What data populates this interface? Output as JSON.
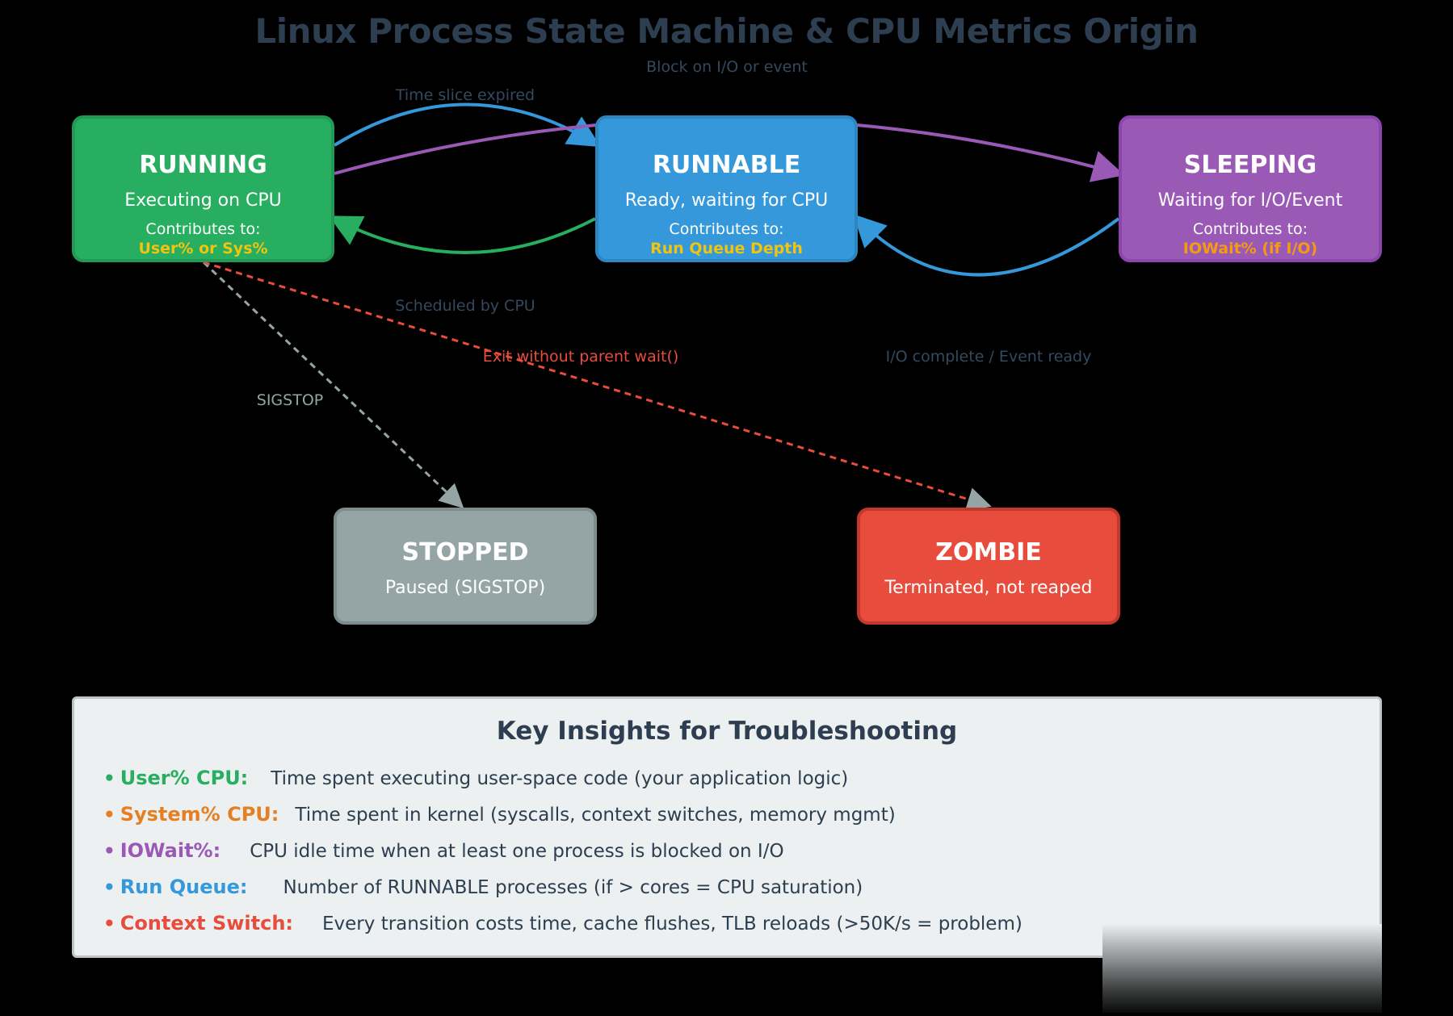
{
  "title": "Linux Process State Machine & CPU Metrics Origin",
  "colors": {
    "running": "#27ae60",
    "runnable": "#3498db",
    "sleeping": "#9b59b6",
    "stopped": "#95a5a6",
    "zombie": "#e74c3c",
    "metric": "#f1c40f"
  },
  "states": {
    "running": {
      "name": "RUNNING",
      "desc": "Executing on CPU",
      "contrib": "Contributes to:",
      "metric": "User% or Sys%"
    },
    "runnable": {
      "name": "RUNNABLE",
      "desc": "Ready, waiting for CPU",
      "contrib": "Contributes to:",
      "metric": "Run Queue Depth"
    },
    "sleeping": {
      "name": "SLEEPING",
      "desc": "Waiting for I/O/Event",
      "contrib": "Contributes to:",
      "metric": "IOWait% (if I/O)"
    },
    "stopped": {
      "name": "STOPPED",
      "desc": "Paused (SIGSTOP)"
    },
    "zombie": {
      "name": "ZOMBIE",
      "desc": "Terminated, not reaped"
    }
  },
  "transitions": {
    "block": "Block on I/O or event",
    "time_slice": "Time slice expired",
    "scheduled": "Scheduled by CPU",
    "exit": "Exit without parent wait()",
    "io_complete": "I/O complete / Event ready",
    "sigstop": "SIGSTOP"
  },
  "insights": {
    "title": "Key Insights for Troubleshooting",
    "items": [
      {
        "label": "User% CPU:",
        "text": "Time spent executing user-space code (your application logic)",
        "color": "#27ae60"
      },
      {
        "label": "System% CPU:",
        "text": "Time spent in kernel (syscalls, context switches, memory mgmt)",
        "color": "#e67e22"
      },
      {
        "label": "IOWait%:",
        "text": "CPU idle time when at least one process is blocked on I/O",
        "color": "#9b59b6"
      },
      {
        "label": "Run Queue:",
        "text": "Number of RUNNABLE processes (if > cores = CPU saturation)",
        "color": "#3498db"
      },
      {
        "label": "Context Switch:",
        "text": "Every transition costs time, cache flushes, TLB reloads (>50K/s = problem)",
        "color": "#e74c3c"
      }
    ]
  }
}
